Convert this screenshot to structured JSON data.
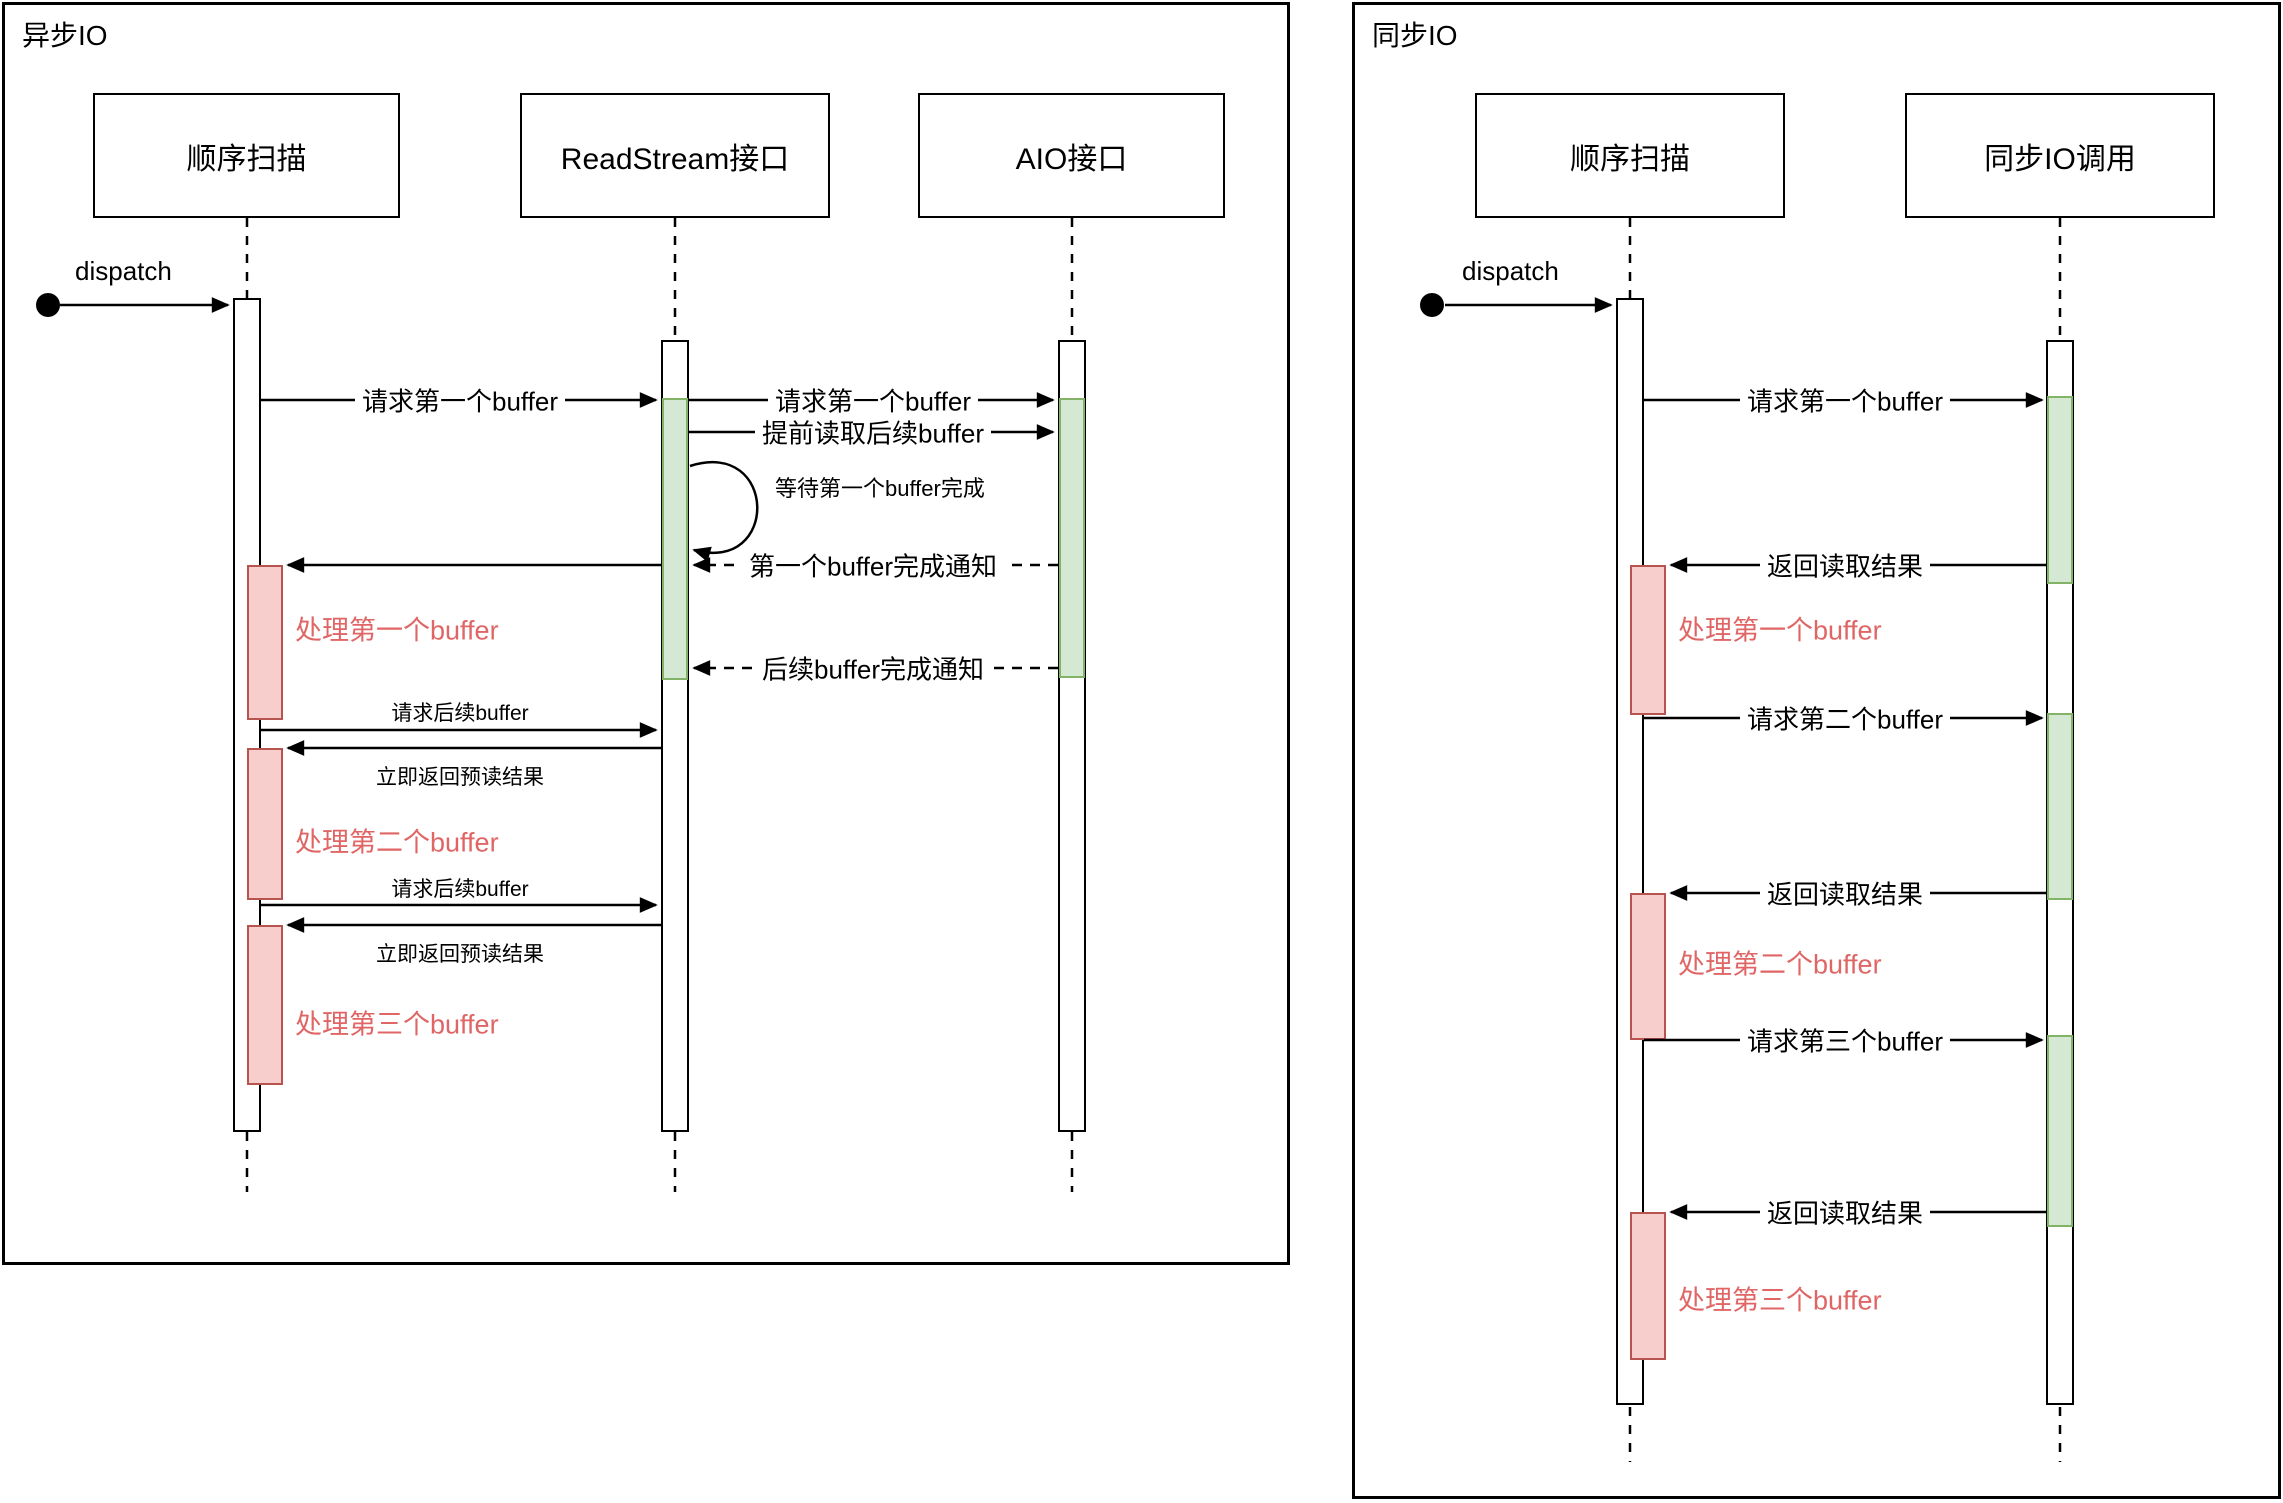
{
  "colors": {
    "io_busy_fill": "#d5e8d4",
    "io_busy_border": "#82b366",
    "process_fill": "#f8cecc",
    "process_border": "#b85450",
    "process_text": "#e06666"
  },
  "left": {
    "title": "异步IO",
    "actors": {
      "scan": "顺序扫描",
      "readstream": "ReadStream接口",
      "aio": "AIO接口"
    },
    "start_label": "dispatch",
    "messages": {
      "req_first_rs": "请求第一个buffer",
      "req_first_aio": "请求第一个buffer",
      "prefetch_next": "提前读取后续buffer",
      "wait_first": "等待第一个buffer完成",
      "first_done": "第一个buffer完成通知",
      "process_first": "处理第一个buffer",
      "next_done": "后续buffer完成通知",
      "req_next_1": "请求后续buffer",
      "ret_pre_1": "立即返回预读结果",
      "process_second": "处理第二个buffer",
      "req_next_2": "请求后续buffer",
      "ret_pre_2": "立即返回预读结果",
      "process_third": "处理第三个buffer"
    }
  },
  "right": {
    "title": "同步IO",
    "actors": {
      "scan": "顺序扫描",
      "syncio": "同步IO调用"
    },
    "start_label": "dispatch",
    "messages": {
      "req_first": "请求第一个buffer",
      "ret_first": "返回读取结果",
      "process_first": "处理第一个buffer",
      "req_second": "请求第二个buffer",
      "ret_second": "返回读取结果",
      "process_second": "处理第二个buffer",
      "req_third": "请求第三个buffer",
      "ret_third": "返回读取结果",
      "process_third": "处理第三个buffer"
    }
  }
}
